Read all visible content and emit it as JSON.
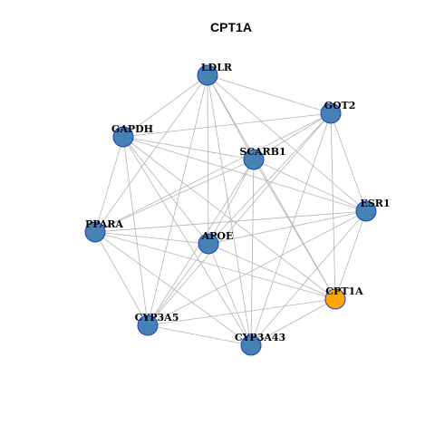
{
  "title": "CPT1A",
  "colors": {
    "default_node": "#4682b4",
    "highlight_node": "#ffa500",
    "node_border": "#1f3fbf",
    "edge": "#b4b4b4"
  },
  "nodes": [
    {
      "id": "LDLR",
      "label": "LDLR",
      "highlight": false
    },
    {
      "id": "GOT2",
      "label": "GOT2",
      "highlight": false
    },
    {
      "id": "GAPDH",
      "label": "GAPDH",
      "highlight": false
    },
    {
      "id": "SCARB1",
      "label": "SCARB1",
      "highlight": false
    },
    {
      "id": "ESR1",
      "label": "ESR1",
      "highlight": false
    },
    {
      "id": "PPARA",
      "label": "PPARA",
      "highlight": false
    },
    {
      "id": "APOE",
      "label": "APOE",
      "highlight": false
    },
    {
      "id": "CPT1A",
      "label": "CPT1A",
      "highlight": true
    },
    {
      "id": "CYP3A5",
      "label": "CYP3A5",
      "highlight": false
    },
    {
      "id": "CYP3A43",
      "label": "CYP3A43",
      "highlight": false
    }
  ],
  "edges": [
    [
      "LDLR",
      "GOT2"
    ],
    [
      "LDLR",
      "GAPDH"
    ],
    [
      "LDLR",
      "SCARB1"
    ],
    [
      "LDLR",
      "ESR1"
    ],
    [
      "LDLR",
      "PPARA"
    ],
    [
      "LDLR",
      "APOE"
    ],
    [
      "LDLR",
      "CPT1A"
    ],
    [
      "LDLR",
      "CYP3A5"
    ],
    [
      "LDLR",
      "CYP3A43"
    ],
    [
      "GOT2",
      "GAPDH"
    ],
    [
      "GOT2",
      "SCARB1"
    ],
    [
      "GOT2",
      "ESR1"
    ],
    [
      "GOT2",
      "APOE"
    ],
    [
      "GOT2",
      "CPT1A"
    ],
    [
      "GOT2",
      "CYP3A5"
    ],
    [
      "GOT2",
      "CYP3A43"
    ],
    [
      "GOT2",
      "PPARA"
    ],
    [
      "GAPDH",
      "SCARB1"
    ],
    [
      "GAPDH",
      "ESR1"
    ],
    [
      "GAPDH",
      "PPARA"
    ],
    [
      "GAPDH",
      "APOE"
    ],
    [
      "GAPDH",
      "CPT1A"
    ],
    [
      "GAPDH",
      "CYP3A5"
    ],
    [
      "GAPDH",
      "CYP3A43"
    ],
    [
      "SCARB1",
      "ESR1"
    ],
    [
      "SCARB1",
      "PPARA"
    ],
    [
      "SCARB1",
      "APOE"
    ],
    [
      "SCARB1",
      "CPT1A"
    ],
    [
      "SCARB1",
      "CYP3A5"
    ],
    [
      "SCARB1",
      "CYP3A43"
    ],
    [
      "ESR1",
      "PPARA"
    ],
    [
      "ESR1",
      "APOE"
    ],
    [
      "ESR1",
      "CPT1A"
    ],
    [
      "ESR1",
      "CYP3A5"
    ],
    [
      "ESR1",
      "CYP3A43"
    ],
    [
      "PPARA",
      "APOE"
    ],
    [
      "PPARA",
      "CPT1A"
    ],
    [
      "PPARA",
      "CYP3A5"
    ],
    [
      "PPARA",
      "CYP3A43"
    ],
    [
      "APOE",
      "CPT1A"
    ],
    [
      "APOE",
      "CYP3A5"
    ],
    [
      "APOE",
      "CYP3A43"
    ],
    [
      "CPT1A",
      "CYP3A5"
    ],
    [
      "CPT1A",
      "CYP3A43"
    ],
    [
      "CYP3A5",
      "CYP3A43"
    ]
  ]
}
